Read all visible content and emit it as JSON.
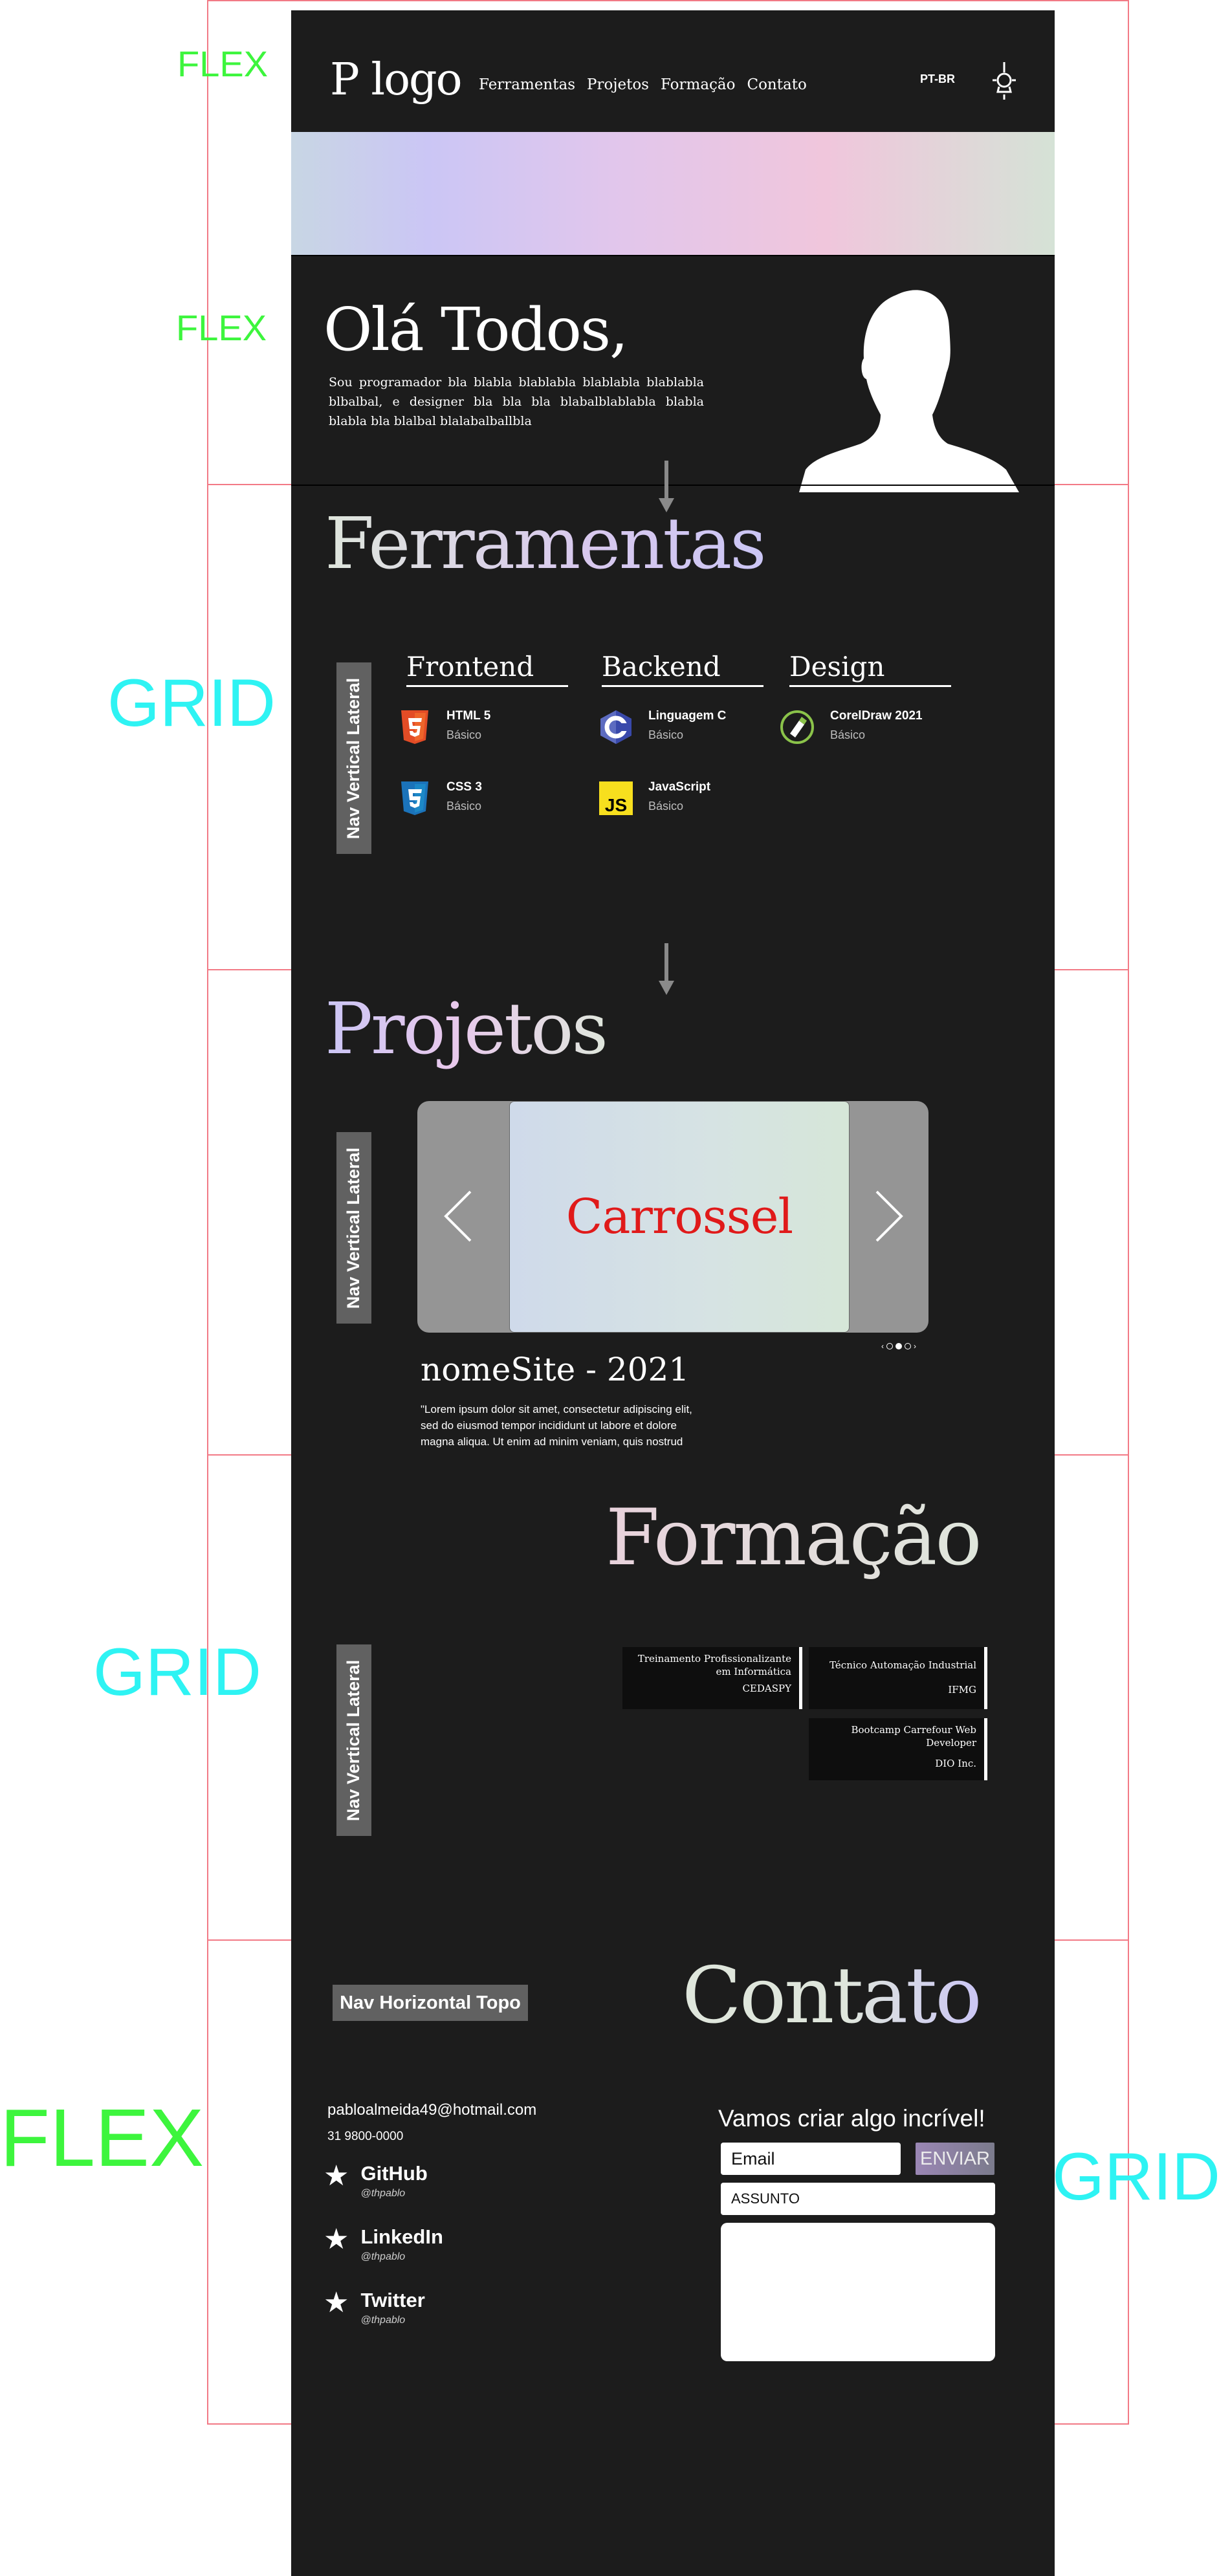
{
  "annotations": {
    "flex": "FLEX",
    "grid": "GRID"
  },
  "header": {
    "logo": "P logo",
    "nav": [
      "Ferramentas",
      "Projetos",
      "Formação",
      "Contato"
    ],
    "language": "PT-BR",
    "theme_icon": "lamp-icon"
  },
  "hero": {
    "title": "Olá Todos,",
    "text": "Sou programador bla blabla blablabla blablabla blablabla blbalbal, e designer bla bla bla blabalblablabla blabla blabla bla blalbal blalabalballbla"
  },
  "tools": {
    "title": "Ferramentas",
    "vnav": "Nav Vertical Lateral",
    "columns": {
      "frontend": "Frontend",
      "backend": "Backend",
      "design": "Design"
    },
    "items": [
      {
        "name": "HTML 5",
        "level": "Básico",
        "icon": "html5-icon"
      },
      {
        "name": "CSS 3",
        "level": "Básico",
        "icon": "css3-icon"
      },
      {
        "name": "Linguagem C",
        "level": "Básico",
        "icon": "c-language-icon"
      },
      {
        "name": "JavaScript",
        "level": "Básico",
        "icon": "javascript-icon"
      },
      {
        "name": "CorelDraw 2021",
        "level": "Básico",
        "icon": "coreldraw-icon"
      }
    ]
  },
  "projects": {
    "title": "Projetos",
    "vnav": "Nav Vertical Lateral",
    "carousel_label": "Carrossel",
    "prev_arrow": "chevron-left-icon",
    "next_arrow": "chevron-right-icon",
    "project_name": "nomeSite - 2021",
    "project_desc": "\"Lorem ipsum dolor sit amet, consectetur adipiscing elit, sed do eiusmod tempor incididunt ut labore et dolore magna aliqua. Ut enim ad minim veniam, quis nostrud"
  },
  "education": {
    "title": "Formação",
    "vnav": "Nav Vertical Lateral",
    "cards": [
      {
        "course": "Treinamento Profissionalizante em Informática",
        "school": "CEDASPY"
      },
      {
        "course": "Técnico Automação Industrial",
        "school": "IFMG"
      },
      {
        "course": "Bootcamp Carrefour Web Developer",
        "school": "DIO Inc."
      }
    ]
  },
  "contact": {
    "title": "Contato",
    "hnav": "Nav Horizontal Topo",
    "email": "pabloalmeida49@hotmail.com",
    "phone": "31 9800-0000",
    "socials": [
      {
        "name": "GitHub",
        "handle": "@thpablo"
      },
      {
        "name": "LinkedIn",
        "handle": "@thpablo"
      },
      {
        "name": "Twitter",
        "handle": "@thpablo"
      }
    ],
    "cta": "Vamos criar algo incrível!",
    "email_placeholder": "Email",
    "subject_placeholder": "ASSUNTO",
    "send_label": "ENVIAR"
  }
}
